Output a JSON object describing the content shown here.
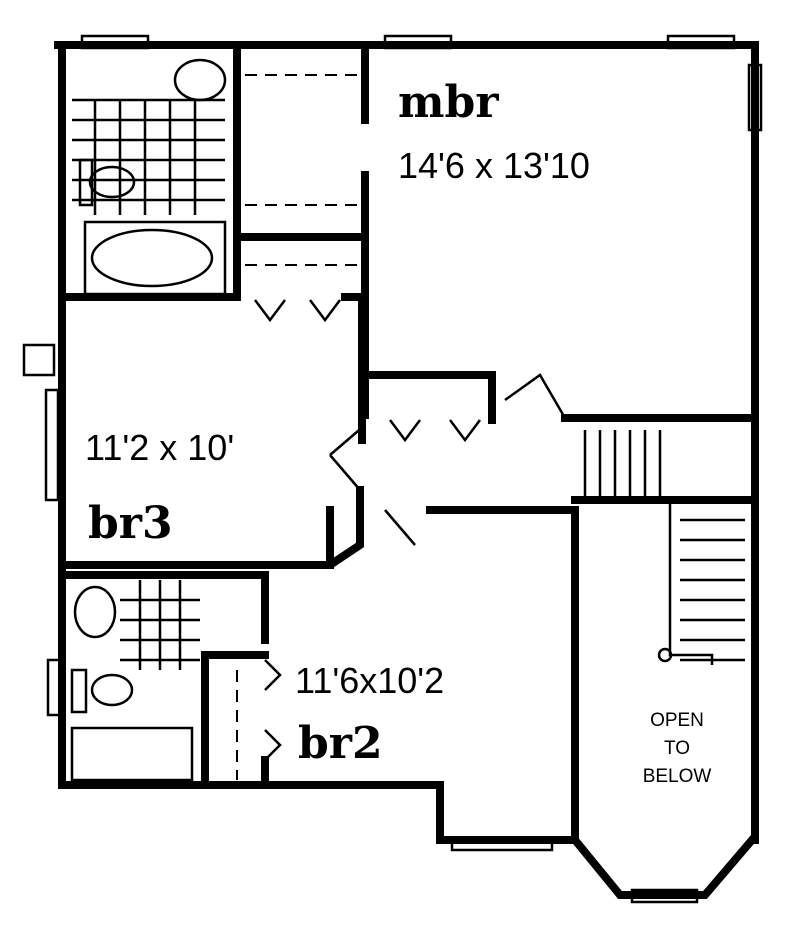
{
  "rooms": {
    "mbr": {
      "name": "mbr",
      "size": "14'6 x 13'10"
    },
    "br3": {
      "name": "br3",
      "size": "11'2 x 10'"
    },
    "br2": {
      "name": "br2",
      "size": "11'6x10'2"
    }
  },
  "open_below": {
    "line1": "OPEN",
    "line2": "TO",
    "line3": "BELOW"
  }
}
